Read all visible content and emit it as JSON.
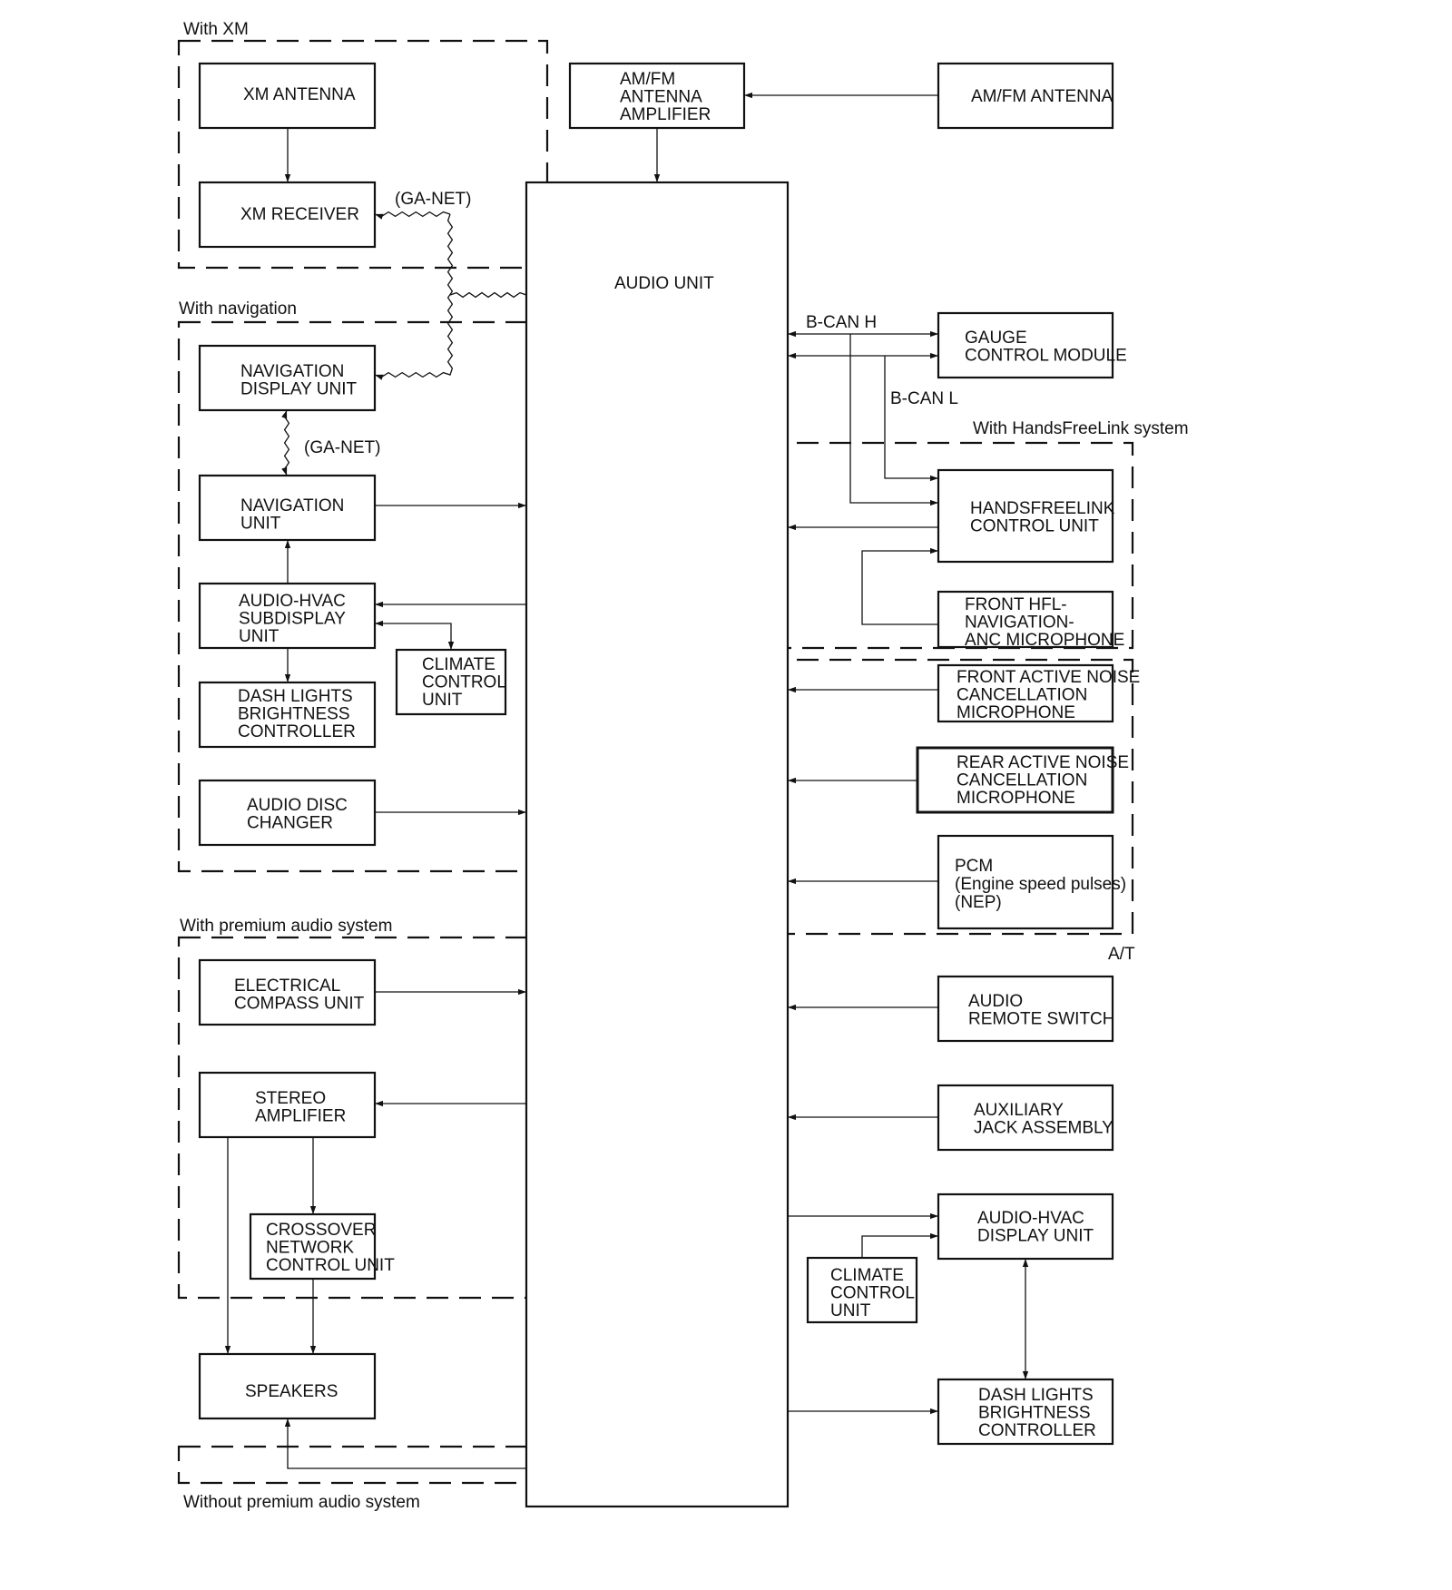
{
  "regions": {
    "with_xm": "With XM",
    "with_navigation": "With navigation",
    "with_premium_audio": "With premium audio system",
    "without_premium_audio": "Without premium audio system",
    "with_handsfreelink": "With HandsFreeLink system",
    "at": "A/T"
  },
  "signals": {
    "ga_net_1": "(GA-NET)",
    "ga_net_2": "(GA-NET)",
    "bcan_h": "B-CAN H",
    "bcan_l": "B-CAN L"
  },
  "boxes": {
    "xm_antenna": [
      "XM ANTENNA"
    ],
    "xm_receiver": [
      "XM RECEIVER"
    ],
    "amfm_amp": [
      "AM/FM",
      "ANTENNA",
      "AMPLIFIER"
    ],
    "amfm_antenna": [
      "AM/FM ANTENNA"
    ],
    "audio_unit": [
      "AUDIO UNIT"
    ],
    "nav_display": [
      "NAVIGATION",
      "DISPLAY UNIT"
    ],
    "nav_unit": [
      "NAVIGATION",
      "UNIT"
    ],
    "audio_hvac_sub": [
      "AUDIO-HVAC",
      "SUBDISPLAY",
      "UNIT"
    ],
    "climate_left": [
      "CLIMATE",
      "CONTROL",
      "UNIT"
    ],
    "dash_left": [
      "DASH LIGHTS",
      "BRIGHTNESS",
      "CONTROLLER"
    ],
    "disc_changer": [
      "AUDIO DISC",
      "CHANGER"
    ],
    "compass": [
      "ELECTRICAL",
      "COMPASS UNIT"
    ],
    "stereo_amp": [
      "STEREO",
      "AMPLIFIER"
    ],
    "crossover": [
      "CROSSOVER",
      "NETWORK",
      "CONTROL UNIT"
    ],
    "speakers": [
      "SPEAKERS"
    ],
    "gauge": [
      "GAUGE",
      "CONTROL MODULE"
    ],
    "hfl_unit": [
      "HANDSFREELINK",
      "CONTROL UNIT"
    ],
    "hfl_mic": [
      "FRONT HFL-",
      "NAVIGATION-",
      "ANC MICROPHONE"
    ],
    "front_anc": [
      "FRONT ACTIVE NOISE",
      "CANCELLATION",
      "MICROPHONE"
    ],
    "rear_anc": [
      "REAR ACTIVE NOISE",
      "CANCELLATION",
      "MICROPHONE"
    ],
    "pcm": [
      "PCM",
      "(Engine speed pulses)",
      "(NEP)"
    ],
    "remote_switch": [
      "AUDIO",
      "REMOTE SWITCH"
    ],
    "aux_jack": [
      "AUXILIARY",
      "JACK ASSEMBLY"
    ],
    "audio_hvac_display": [
      "AUDIO-HVAC",
      "DISPLAY UNIT"
    ],
    "climate_right": [
      "CLIMATE",
      "CONTROL",
      "UNIT"
    ],
    "dash_right": [
      "DASH LIGHTS",
      "BRIGHTNESS",
      "CONTROLLER"
    ]
  }
}
